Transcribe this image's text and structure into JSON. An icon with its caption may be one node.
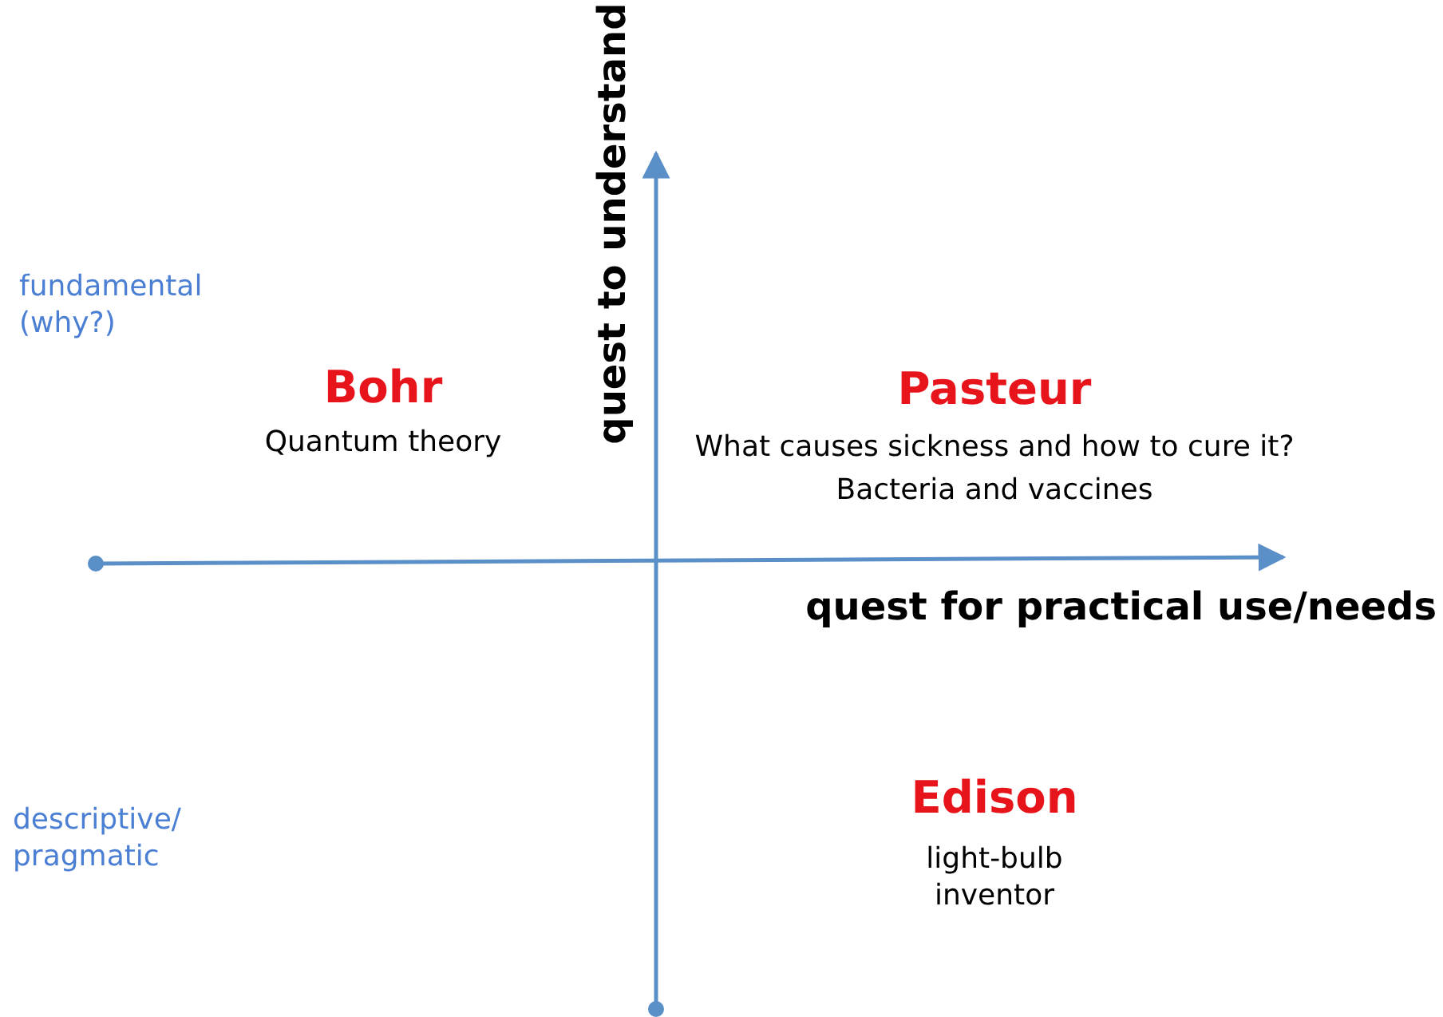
{
  "diagram": {
    "labels": [
      "quest to understand",
      "fundamental (why?)",
      "Bohr",
      "Quantum theory",
      "Pasteur",
      "What causes sickness and how to cure it?",
      "Bacteria and vaccines",
      "quest for practical use/needs",
      "descriptive/ pragmatic",
      "Edison",
      "light-bulb inventor"
    ]
  }
}
